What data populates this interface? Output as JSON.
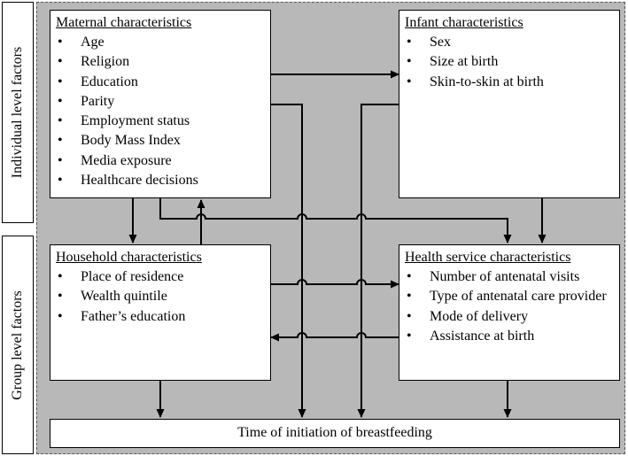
{
  "levels": {
    "individual": "Individual level factors",
    "group": "Group level factors"
  },
  "boxes": {
    "maternal": {
      "title": "Maternal characteristics",
      "items": [
        "Age",
        "Religion",
        "Education",
        "Parity",
        "Employment status",
        "Body Mass Index",
        "Media exposure",
        "Healthcare decisions"
      ]
    },
    "infant": {
      "title": "Infant characteristics",
      "items": [
        "Sex",
        "Size at birth",
        "Skin-to-skin at birth"
      ]
    },
    "household": {
      "title": "Household characteristics",
      "items": [
        "Place of residence",
        "Wealth quintile",
        "Father’s education"
      ]
    },
    "health": {
      "title": "Health service characteristics",
      "items": [
        "Number of antenatal visits",
        "Type of antenatal care provider",
        "Mode of delivery",
        "Assistance at birth"
      ]
    }
  },
  "outcome": "Time of initiation of breastfeeding",
  "bullet": "•"
}
